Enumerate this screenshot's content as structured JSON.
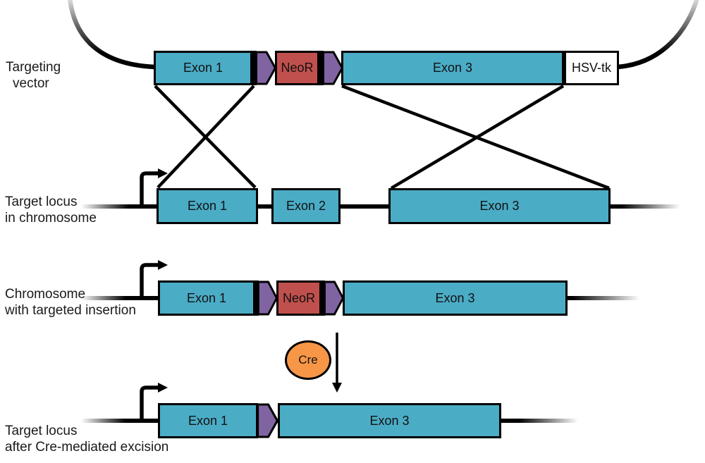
{
  "colors": {
    "exon_fill": "#4BACC6",
    "neor_fill": "#C0504D",
    "loxp_fill": "#8064A2",
    "cre_fill": "#F79646",
    "hsvtk_fill": "#FFFFFF",
    "outline": "#000000"
  },
  "vector_row": {
    "label_line1": "Targeting",
    "label_line2": "vector",
    "exon1": "Exon 1",
    "neor": "NeoR",
    "exon3": "Exon 3",
    "hsvtk": "HSV-tk"
  },
  "chromosome_row": {
    "label_line1": "Target locus",
    "label_line2": "in chromosome",
    "exon1": "Exon 1",
    "exon2": "Exon 2",
    "exon3": "Exon 3"
  },
  "insertion_row": {
    "label_line1": "Chromosome",
    "label_line2": "with targeted insertion",
    "exon1": "Exon 1",
    "neor": "NeoR",
    "exon3": "Exon 3"
  },
  "cre": {
    "label": "Cre"
  },
  "excision_row": {
    "label_line1": "Target locus",
    "label_line2": "after Cre-mediated excision",
    "exon1": "Exon 1",
    "exon3": "Exon 3"
  }
}
